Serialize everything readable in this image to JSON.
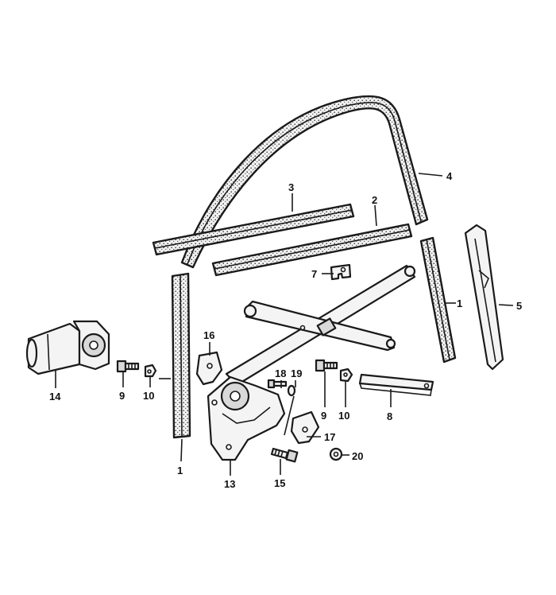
{
  "callouts": {
    "c1a": "1",
    "c1b": "1",
    "c2": "2",
    "c3": "3",
    "c4": "4",
    "c5": "5",
    "c7": "7",
    "c8": "8",
    "c9a": "9",
    "c9b": "9",
    "c10a": "10",
    "c10b": "10",
    "c13": "13",
    "c14": "14",
    "c15": "15",
    "c16": "16",
    "c17": "17",
    "c18": "18",
    "c19": "19",
    "c20": "20"
  }
}
